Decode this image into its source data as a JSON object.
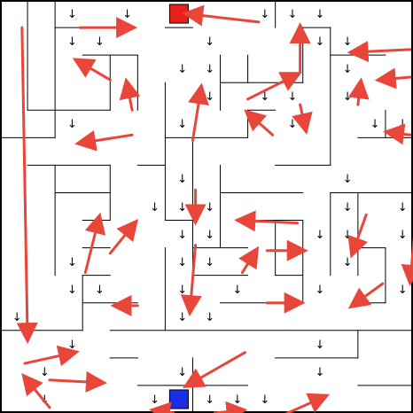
{
  "puzzle": {
    "name": "arrow-maze",
    "grid": {
      "rows": 15,
      "cols": 15
    },
    "cell_arrow_glyph": "↓",
    "colors": {
      "background": "#ffffff",
      "wall": "#000000",
      "move_arrow": "#e8463a",
      "goal": "#e8201a",
      "start": "#1a2ee8"
    },
    "goal_cell": {
      "row": 0,
      "col": 6
    },
    "start_cell": {
      "row": 14,
      "col": 6
    },
    "cell_arrows": [
      [
        0,
        2
      ],
      [
        0,
        4
      ],
      [
        0,
        9
      ],
      [
        0,
        10
      ],
      [
        0,
        11
      ],
      [
        1,
        2
      ],
      [
        1,
        3
      ],
      [
        1,
        7
      ],
      [
        1,
        11
      ],
      [
        1,
        12
      ],
      [
        2,
        6
      ],
      [
        2,
        7
      ],
      [
        2,
        12
      ],
      [
        3,
        7
      ],
      [
        3,
        9
      ],
      [
        3,
        10
      ],
      [
        3,
        12
      ],
      [
        4,
        2
      ],
      [
        4,
        6
      ],
      [
        4,
        10
      ],
      [
        4,
        13
      ],
      [
        4,
        14
      ],
      [
        6,
        6
      ],
      [
        6,
        12
      ],
      [
        7,
        5
      ],
      [
        7,
        6
      ],
      [
        7,
        7
      ],
      [
        7,
        12
      ],
      [
        7,
        14
      ],
      [
        8,
        6
      ],
      [
        8,
        7
      ],
      [
        8,
        11
      ],
      [
        8,
        12
      ],
      [
        8,
        14
      ],
      [
        9,
        2
      ],
      [
        9,
        6
      ],
      [
        9,
        7
      ],
      [
        9,
        12
      ],
      [
        10,
        2
      ],
      [
        10,
        3
      ],
      [
        10,
        6
      ],
      [
        10,
        8
      ],
      [
        10,
        11
      ],
      [
        10,
        14
      ],
      [
        11,
        0
      ],
      [
        11,
        6
      ],
      [
        11,
        7
      ],
      [
        12,
        2
      ],
      [
        12,
        11
      ],
      [
        13,
        1
      ],
      [
        13,
        6
      ],
      [
        13,
        11
      ],
      [
        14,
        1
      ],
      [
        14,
        5
      ],
      [
        14,
        7
      ],
      [
        14,
        8
      ],
      [
        14,
        9
      ]
    ],
    "move_arrows": [
      {
        "from": [
          0.5,
          2.4
        ],
        "to": [
          0.5,
          4.3
        ]
      },
      {
        "from": [
          0.3,
          8.9
        ],
        "to": [
          0.0,
          6.3
        ]
      },
      {
        "from": [
          2.1,
          10.4
        ],
        "to": [
          0.5,
          10.4
        ]
      },
      {
        "from": [
          1.3,
          14.4
        ],
        "to": [
          1.4,
          12.3
        ]
      },
      {
        "from": [
          2.3,
          14.4
        ],
        "to": [
          2.4,
          13.3
        ]
      },
      {
        "from": [
          2.4,
          3.5
        ],
        "to": [
          1.7,
          2.3
        ]
      },
      {
        "from": [
          3.5,
          4.3
        ],
        "to": [
          2.5,
          4.1
        ]
      },
      {
        "from": [
          4.6,
          6.5
        ],
        "to": [
          2.7,
          6.8
        ]
      },
      {
        "from": [
          3.1,
          8.5
        ],
        "to": [
          2.2,
          10.3
        ]
      },
      {
        "from": [
          4.4,
          9.4
        ],
        "to": [
          3.6,
          8.5
        ]
      },
      {
        "from": [
          3.3,
          10.4
        ],
        "to": [
          4.2,
          10.6
        ]
      },
      {
        "from": [
          3.3,
          12.5
        ],
        "to": [
          2.5,
          12.6
        ]
      },
      {
        "from": [
          4.4,
          14.4
        ],
        "to": [
          4.3,
          13.6
        ]
      },
      {
        "from": [
          4.4,
          4.3
        ],
        "to": [
          4.7,
          2.4
        ]
      },
      {
        "from": [
          0.5,
          0.3
        ],
        "to": [
          11.8,
          0.5
        ]
      },
      {
        "from": [
          6.4,
          6.6
        ],
        "to": [
          7.5,
          6.6
        ]
      },
      {
        "from": [
          7.6,
          10.3
        ],
        "to": [
          7.5,
          8.2
        ]
      },
      {
        "from": [
          9.4,
          2.6
        ],
        "to": [
          7.4,
          3.1
        ]
      },
      {
        "from": [
          8.7,
          3.5
        ],
        "to": [
          7.6,
          4.4
        ]
      },
      {
        "from": [
          8.4,
          6.6
        ],
        "to": [
          10.8,
          6.4
        ]
      },
      {
        "from": [
          8.6,
          9.2
        ],
        "to": [
          8.6,
          10.5
        ]
      },
      {
        "from": [
          9.4,
          8.3
        ],
        "to": [
          8.6,
          8.8
        ]
      },
      {
        "from": [
          7.5,
          14.6
        ],
        "to": [
          9.7,
          14.4
        ]
      },
      {
        "from": [
          7.3,
          12.8
        ],
        "to": [
          8.7,
          12.3
        ]
      },
      {
        "from": [
          9.8,
          13.4
        ],
        "to": [
          10.6,
          12.3
        ]
      },
      {
        "from": [
          10.6,
          4.5
        ],
        "to": [
          10.6,
          3.7
        ]
      },
      {
        "from": [
          10.5,
          9.2
        ],
        "to": [
          10.5,
          10.4
        ]
      },
      {
        "from": [
          12.7,
          0.4
        ],
        "to": [
          12.3,
          2.2
        ]
      },
      {
        "from": [
          13.3,
          1.3
        ],
        "to": [
          13.4,
          3.2
        ]
      },
      {
        "from": [
          14.3,
          1.3
        ],
        "to": [
          13.2,
          0.4
        ]
      },
      {
        "from": [
          12.3,
          8.4
        ],
        "to": [
          13.5,
          6.3
        ]
      },
      {
        "from": [
          14.7,
          9.5
        ],
        "to": [
          13.9,
          11.3
        ]
      },
      {
        "from": [
          14.5,
          5.8
        ],
        "to": [
          14.4,
          5.1
        ]
      },
      {
        "from": [
          14.5,
          7.3
        ],
        "to": [
          14.4,
          8.3
        ]
      }
    ]
  }
}
